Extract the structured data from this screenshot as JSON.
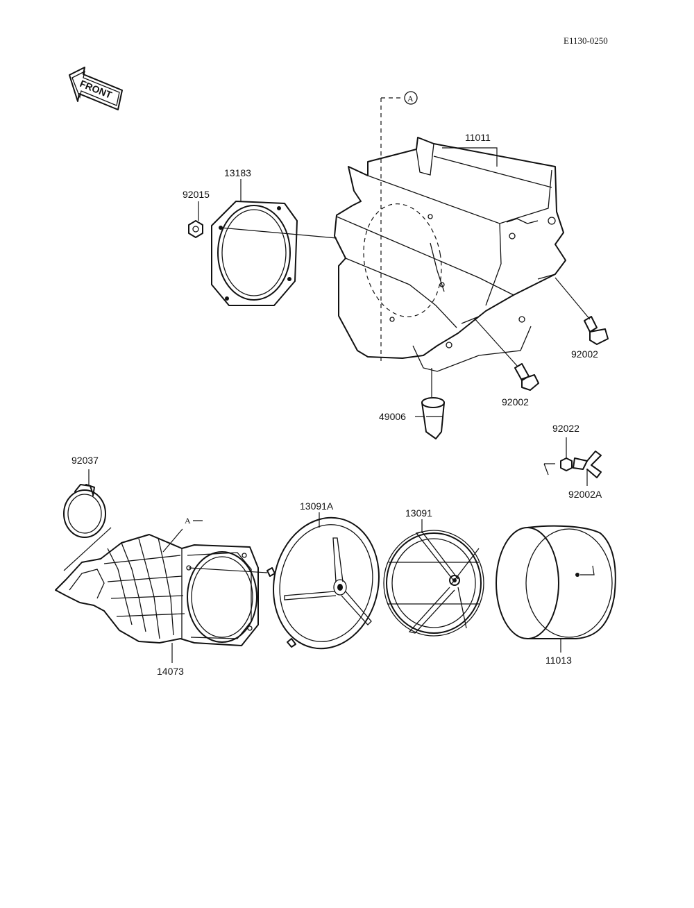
{
  "diagram": {
    "code": "E1130-0250",
    "front_label": "FRONT",
    "reference_label": "A",
    "parts": {
      "air_box": "11011",
      "gasket": "13183",
      "nut_92015": "92015",
      "bolt_right": "92002",
      "bolt_lower": "92002",
      "drain_cap": "49006",
      "nut_92022": "92022",
      "wing_bolt": "92002A",
      "clamp": "92037",
      "duct": "14073",
      "holder_plate": "13091A",
      "holder_cage": "13091",
      "filter_element": "11013"
    }
  }
}
